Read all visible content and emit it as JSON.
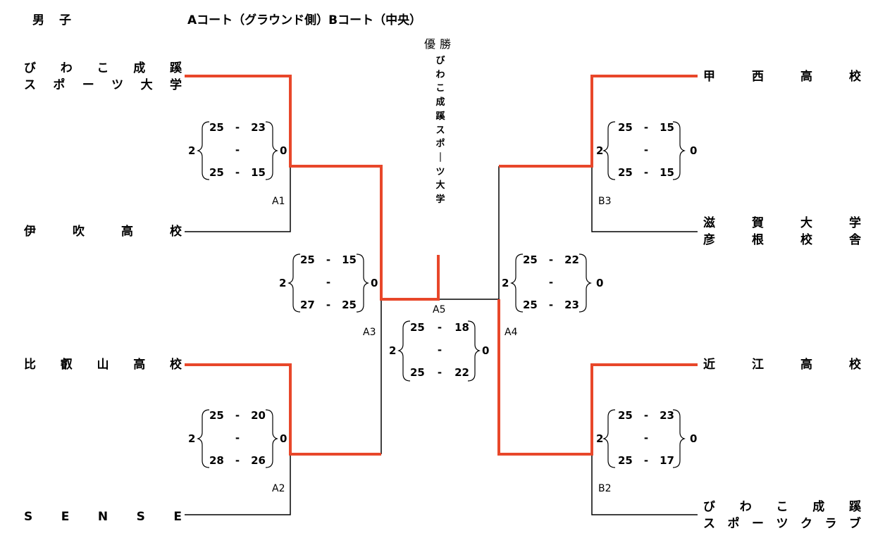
{
  "header": {
    "division": "男　子",
    "courts": "Aコート（グラウンド側）Bコート（中央）"
  },
  "champion": {
    "label": "優勝",
    "team": "びわこ成蹊スポーツ大学"
  },
  "teams": {
    "left_1": [
      "びわこ成蹊",
      "スポーツ大学"
    ],
    "left_2": [
      "伊吹高校"
    ],
    "left_3": [
      "比叡山高校"
    ],
    "left_4": [
      "SENSE"
    ],
    "right_1": [
      "甲西高校"
    ],
    "right_2": [
      "滋賀大学",
      "彦根校舎"
    ],
    "right_3": [
      "近江高校"
    ],
    "right_4": [
      "びわこ成蹊",
      "スポーツクラブ"
    ]
  },
  "matches": {
    "A1": {
      "label": "A1",
      "set_wins": [
        "2",
        "0"
      ],
      "sets": [
        [
          "25",
          "23"
        ],
        [
          "",
          ""
        ],
        [
          "25",
          "15"
        ]
      ]
    },
    "A2": {
      "label": "A2",
      "set_wins": [
        "2",
        "0"
      ],
      "sets": [
        [
          "25",
          "20"
        ],
        [
          "",
          ""
        ],
        [
          "28",
          "26"
        ]
      ]
    },
    "A3": {
      "label": "A3",
      "set_wins": [
        "2",
        "0"
      ],
      "sets": [
        [
          "25",
          "15"
        ],
        [
          "",
          ""
        ],
        [
          "27",
          "25"
        ]
      ]
    },
    "A4": {
      "label": "A4",
      "set_wins": [
        "2",
        "0"
      ],
      "sets": [
        [
          "25",
          "22"
        ],
        [
          "",
          ""
        ],
        [
          "25",
          "23"
        ]
      ]
    },
    "A5": {
      "label": "A5",
      "set_wins": [
        "2",
        "0"
      ],
      "sets": [
        [
          "25",
          "18"
        ],
        [
          "",
          ""
        ],
        [
          "25",
          "22"
        ]
      ]
    },
    "B2": {
      "label": "B2",
      "set_wins": [
        "2",
        "0"
      ],
      "sets": [
        [
          "25",
          "23"
        ],
        [
          "",
          ""
        ],
        [
          "25",
          "17"
        ]
      ]
    },
    "B3": {
      "label": "B3",
      "set_wins": [
        "2",
        "0"
      ],
      "sets": [
        [
          "25",
          "15"
        ],
        [
          "",
          ""
        ],
        [
          "25",
          "15"
        ]
      ]
    }
  },
  "colors": {
    "winner_line": "#e8472a",
    "base_line": "#000000"
  }
}
